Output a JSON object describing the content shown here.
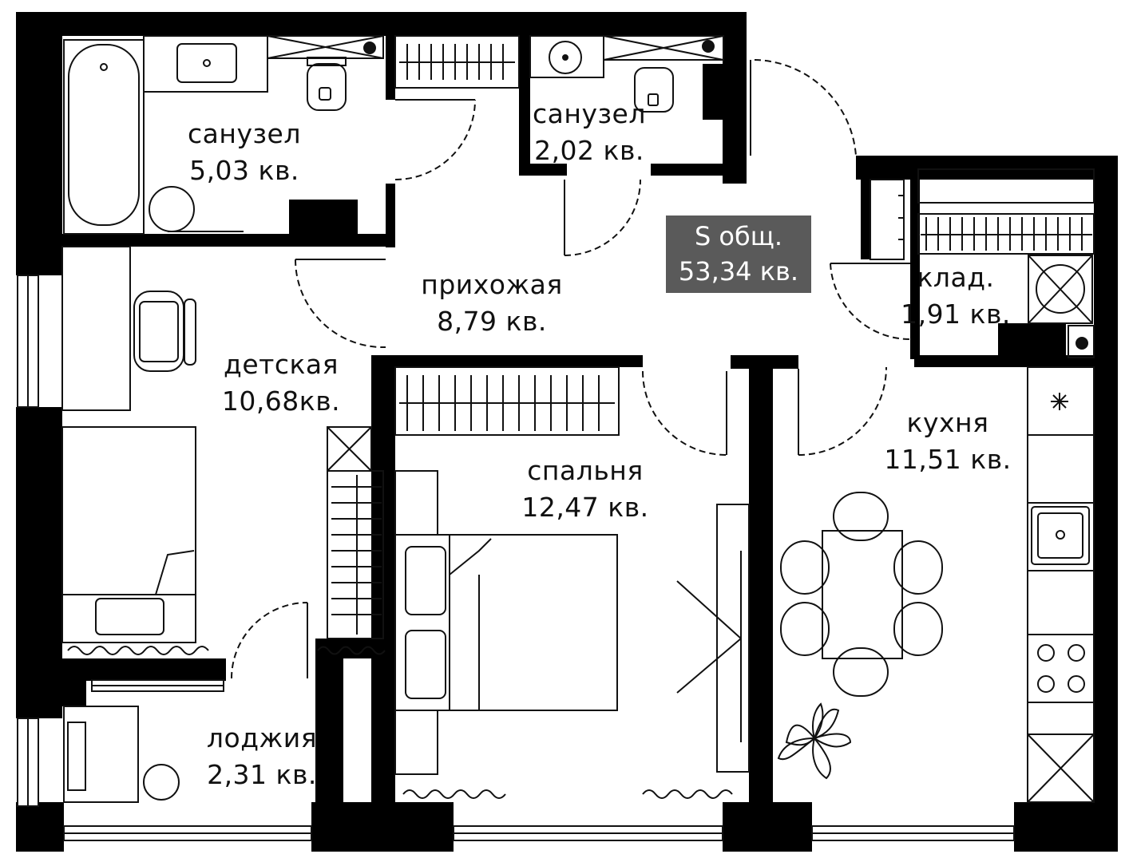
{
  "plan": {
    "total": {
      "label": "S общ.",
      "value": "53,34 кв."
    },
    "rooms": [
      {
        "id": "bathroom-main",
        "name": "санузел",
        "area": "5,03 кв."
      },
      {
        "id": "bathroom-small",
        "name": "санузел",
        "area": "2,02 кв."
      },
      {
        "id": "hallway",
        "name": "прихожая",
        "area": "8,79 кв."
      },
      {
        "id": "storage",
        "name": "клад.",
        "area": "1,91 кв."
      },
      {
        "id": "kids-room",
        "name": "детская",
        "area": "10,68кв."
      },
      {
        "id": "bedroom",
        "name": "спальня",
        "area": "12,47 кв."
      },
      {
        "id": "kitchen",
        "name": "кухня",
        "area": "11,51 кв."
      },
      {
        "id": "loggia",
        "name": "лоджия",
        "area": "2,31 кв."
      }
    ],
    "colors": {
      "wall": "#000000",
      "line": "#111111",
      "badge": "#5a5a5a",
      "background": "#ffffff"
    }
  }
}
